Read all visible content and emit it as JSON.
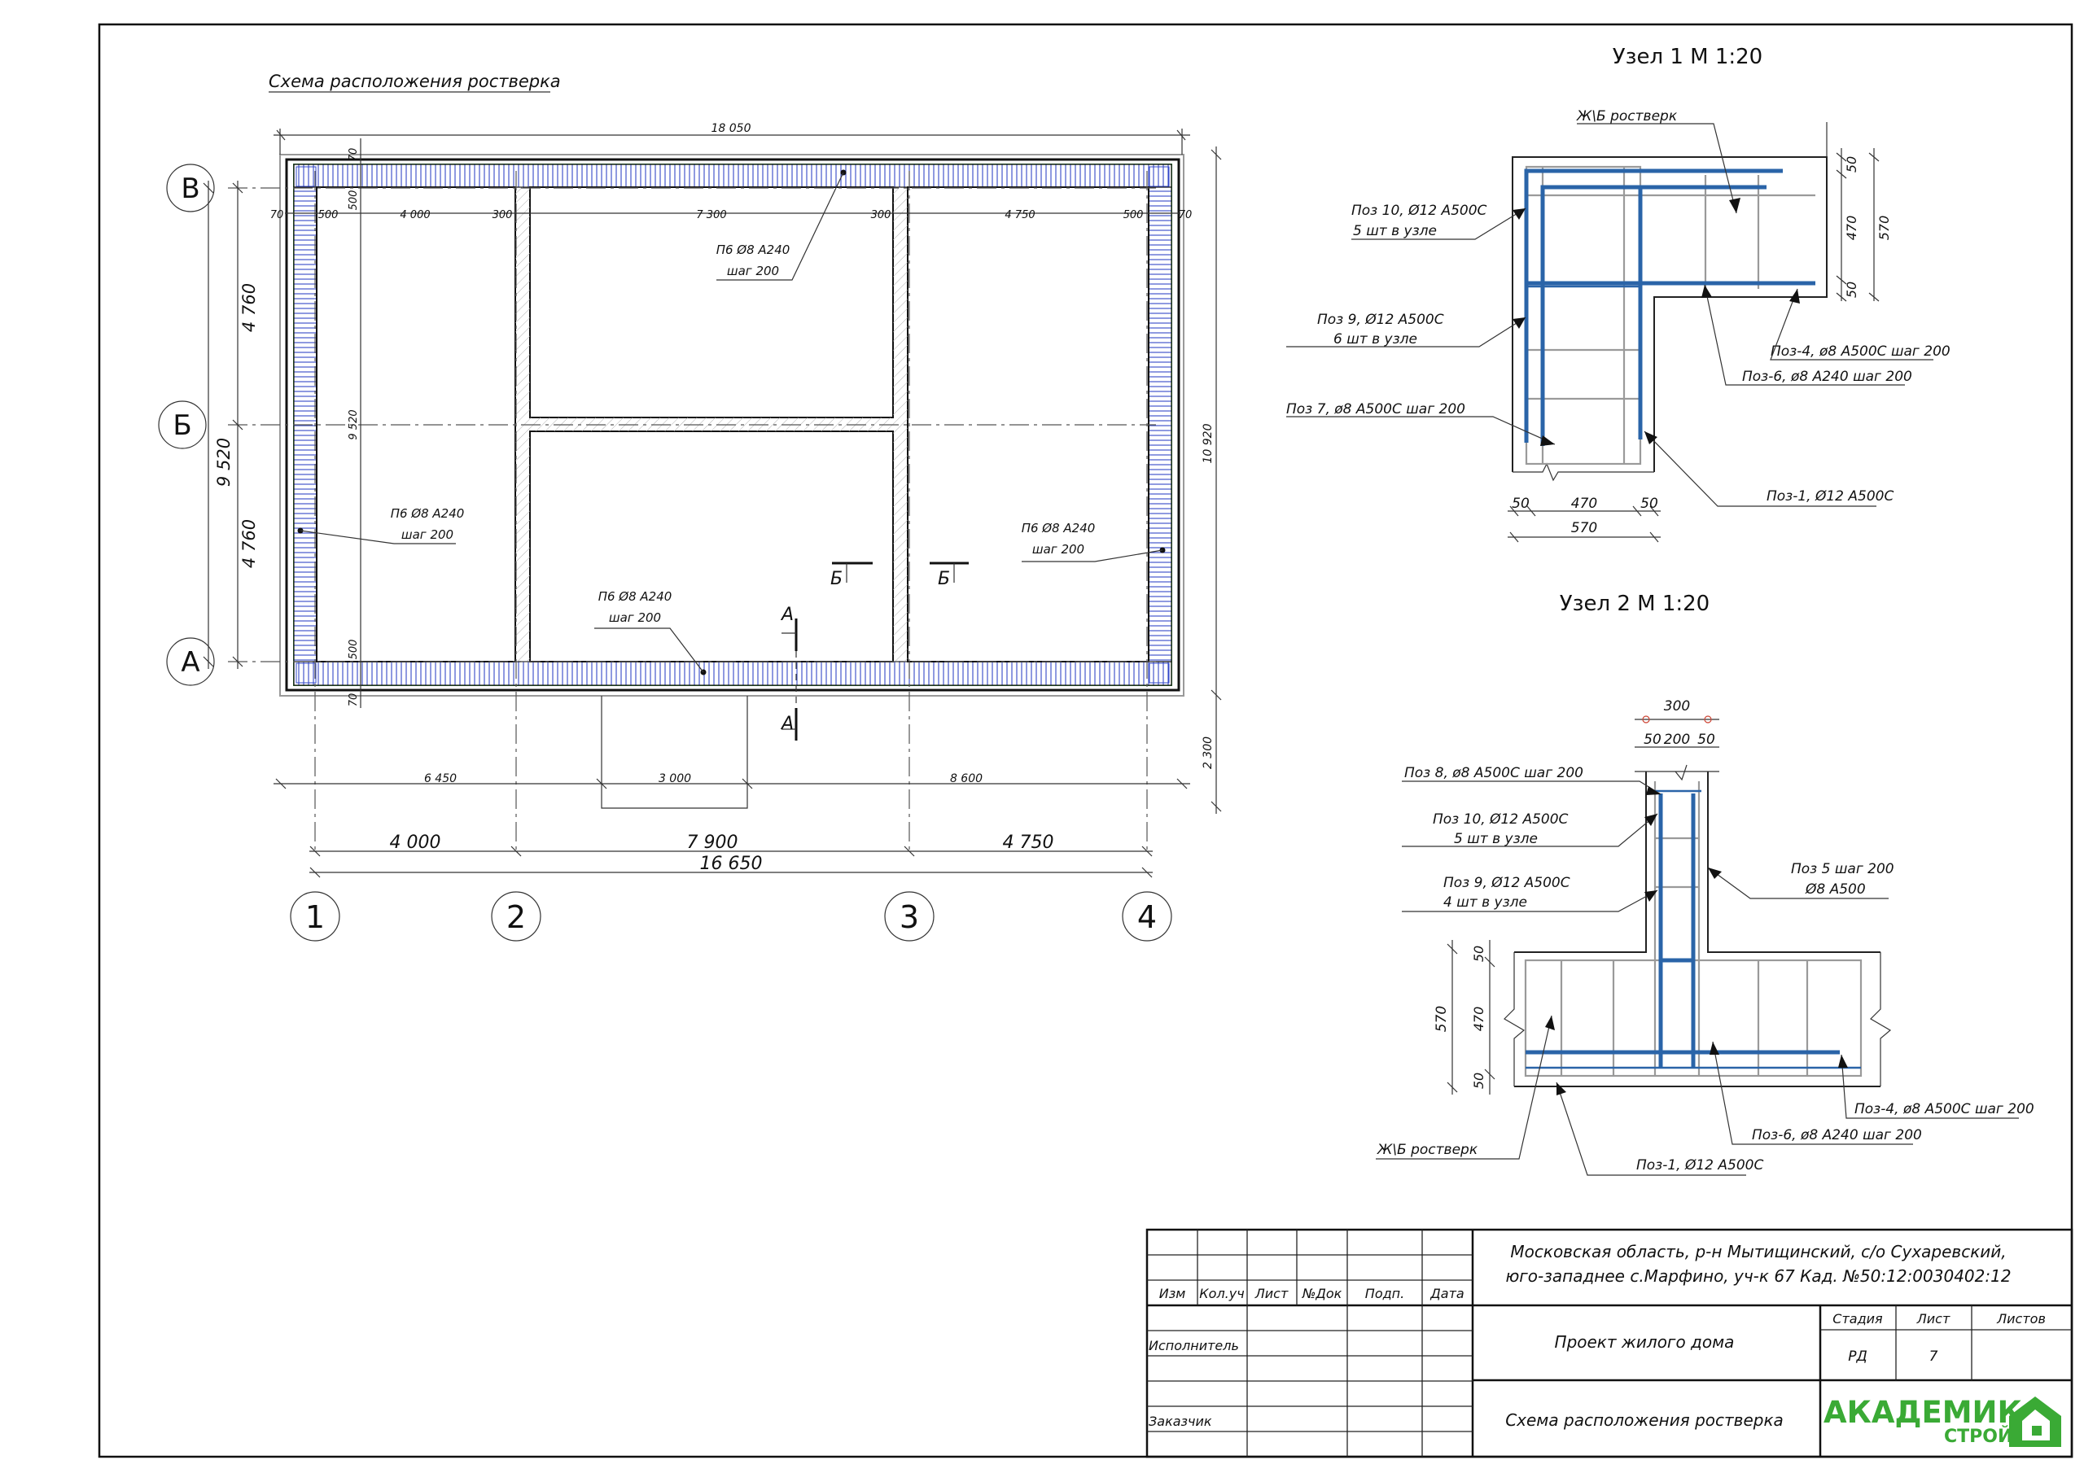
{
  "plan": {
    "title": "Схема расположения ростверка",
    "overall_width": "18 050",
    "overall_height": "10 920",
    "height_9520": "9 520",
    "height_4760_top": "4 760",
    "height_4760_bot": "4 760",
    "height_2300": "2 300",
    "inner_9520": "9 520",
    "top_dims": [
      "70",
      "500",
      "4 000",
      "300",
      "7 300",
      "300",
      "4 750",
      "500",
      "70"
    ],
    "side_dims_top": [
      "70",
      "500"
    ],
    "side_dims_bot": [
      "500",
      "70"
    ],
    "bottom_dims_1": [
      "6 450",
      "3 000",
      "8 600"
    ],
    "bottom_dims_2": [
      "4 000",
      "7 900",
      "4 750"
    ],
    "bottom_total": "16 650",
    "axes_letters": [
      "В",
      "Б",
      "А"
    ],
    "axes_numbers": [
      "1",
      "2",
      "3",
      "4"
    ],
    "callouts": [
      {
        "line1": "П6 Ø8 А240",
        "line2": "шаг 200"
      },
      {
        "line1": "П6 Ø8 А240",
        "line2": "шаг 200"
      },
      {
        "line1": "П6 Ø8 А240",
        "line2": "шаг 200"
      },
      {
        "line1": "П6 Ø8 А240",
        "line2": "шаг 200"
      }
    ],
    "section_a": "А",
    "section_b": "Б"
  },
  "node1": {
    "title": "Узел 1  М 1:20",
    "labels": {
      "rostverk": "Ж\\Б ростверк",
      "poz10_l1": "Поз 10, Ø12 А500С",
      "poz10_l2": "5 шт в узле",
      "poz9_l1": "Поз 9, Ø12 А500С",
      "poz9_l2": "6 шт в узле",
      "poz7": "Поз 7, ø8 А500С шаг 200",
      "poz4": "Поз-4, ø8 А500С шаг 200",
      "poz6": "Поз-6, ø8 А240 шаг 200",
      "poz1": "Поз-1, Ø12 А500С"
    },
    "dims": {
      "d50a": "50",
      "d470": "470",
      "d50b": "50",
      "d570": "570",
      "v50a": "50",
      "v470": "470",
      "v50b": "50",
      "v570": "570"
    }
  },
  "node2": {
    "title": "Узел 2  М 1:20",
    "labels": {
      "poz8": "Поз 8, ø8 А500С шаг 200",
      "poz10_l1": "Поз 10, Ø12 А500С",
      "poz10_l2": "5 шт в узле",
      "poz9_l1": "Поз 9, Ø12 А500С",
      "poz9_l2": "4 шт в узле",
      "poz5_l1": "Поз 5 шаг 200",
      "poz5_l2": "Ø8 А500",
      "poz4": "Поз-4, ø8 А500С шаг 200",
      "poz6": "Поз-6, ø8 А240 шаг 200",
      "rostverk": "Ж\\Б ростверк",
      "poz1": "Поз-1, Ø12 А500С"
    },
    "dims": {
      "t300": "300",
      "t50a": "50",
      "t200": "200",
      "t50b": "50",
      "v570": "570",
      "v50a": "50",
      "v470": "470",
      "v50b": "50"
    }
  },
  "title_block": {
    "headers": [
      "Изм",
      "Кол.уч",
      "Лист",
      "№Док",
      "Подп.",
      "Дата"
    ],
    "address_l1": "Московская область, р-н Мытищинский, с/о Сухаревский,",
    "address_l2": "юго-западнее с.Марфино, уч-к 67  Кад. №50:12:0030402:12",
    "executor": "Исполнитель",
    "customer": "Заказчик",
    "project": "Проект жилого дома",
    "sheet_title": "Схема расположения ростверка",
    "stage_h": "Стадия",
    "sheet_h": "Лист",
    "sheets_h": "Листов",
    "stage": "РД",
    "sheet": "7",
    "sheets": "",
    "logo_main": "АКАДЕМИК",
    "logo_sub": "СТРОЙ"
  },
  "colors": {
    "rebar": "#2a64a8",
    "stirrup": "#3348c8",
    "logo": "#3aaa35"
  }
}
